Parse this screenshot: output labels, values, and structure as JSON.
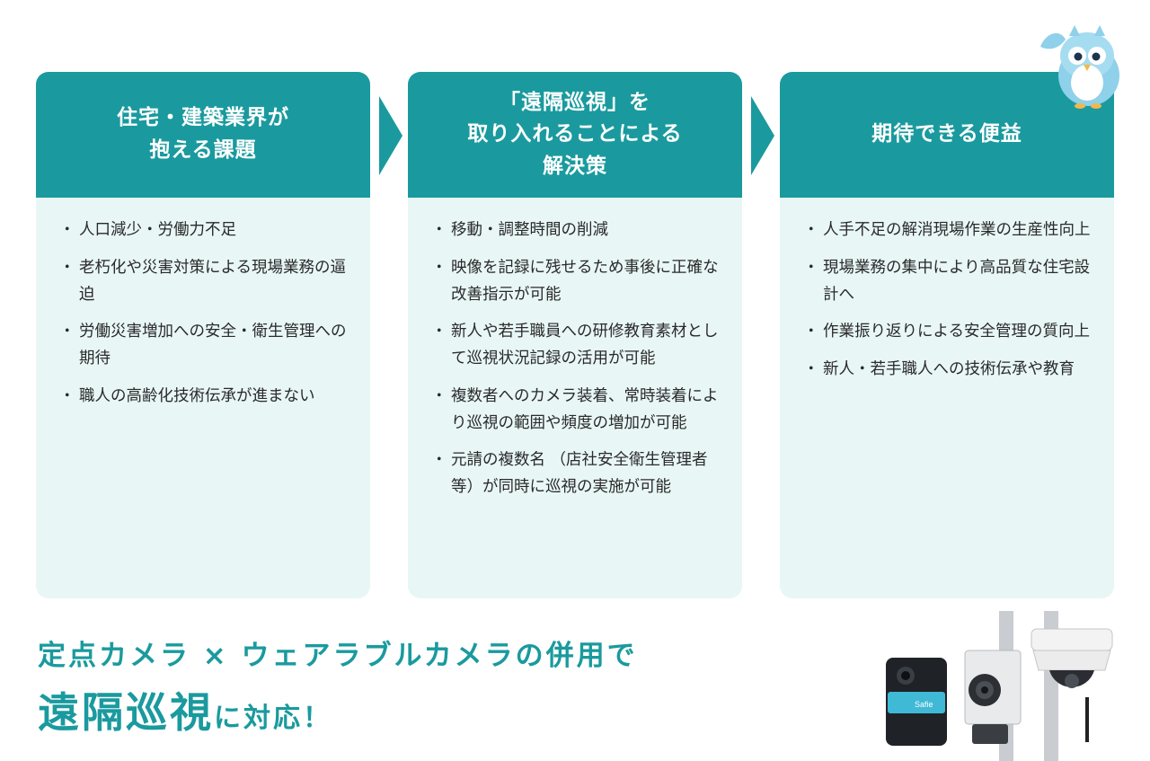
{
  "columns": [
    {
      "title": "住宅・建築業界が\n抱える課題",
      "items": [
        "人口減少・労働力不足",
        "老朽化や災害対策による現場業務の逼迫",
        "労働災害増加への安全・衛生管理への期待",
        "職人の高齢化技術伝承が進まない"
      ]
    },
    {
      "title": "「遠隔巡視」を\n取り入れることによる\n解決策",
      "items": [
        "移動・調整時間の削減",
        "映像を記録に残せるため事後に正確な改善指示が可能",
        "新人や若手職員への研修教育素材として巡視状況記録の活用が可能",
        "複数者へのカメラ装着、常時装着により巡視の範囲や頻度の増加が可能",
        "元請の複数名 （店社安全衛生管理者等）が同時に巡視の実施が可能"
      ]
    },
    {
      "title": "期待できる便益",
      "items": [
        "人手不足の解消現場作業の生産性向上",
        "現場業務の集中により高品質な住宅設計へ",
        "作業振り返りによる安全管理の質向上",
        "新人・若手職人への技術伝承や教育"
      ]
    }
  ],
  "tagline": {
    "line1": "定点カメラ × ウェアラブルカメラの併用で",
    "big": "遠隔巡視",
    "small": "に対応！"
  },
  "camera_brand": "Safie",
  "colors": {
    "accent": "#1a9a9e",
    "card_bg": "#e8f6f6"
  },
  "icons": [
    "owl-mascot-icon",
    "wearable-camera-icon",
    "fixed-camera-icon",
    "dome-camera-icon"
  ]
}
